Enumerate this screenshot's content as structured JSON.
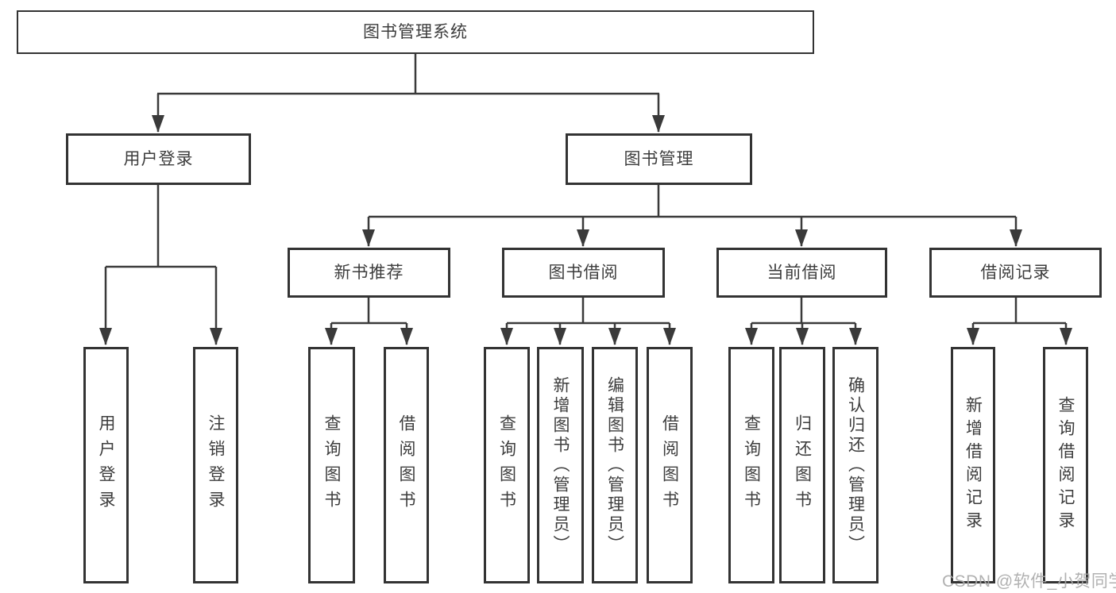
{
  "diagram": {
    "type": "tree",
    "title": "图书管理系统",
    "colors": {
      "line": "#3a3a3a",
      "border": "#333333",
      "text": "#3d3d3d",
      "background": "#ffffff",
      "watermark": "#a9a9a9"
    },
    "nodes": {
      "root": "图书管理系统",
      "user_login": "用户登录",
      "book_management": "图书管理",
      "new_book_recommendation": "新书推荐",
      "book_borrowing": "图书借阅",
      "current_borrowing": "当前借阅",
      "borrowing_records": "借阅记录",
      "leaf_user_login": "用户登录",
      "leaf_logout": "注销登录",
      "leaf_recommend_query_books": "查询图书",
      "leaf_recommend_borrow_books": "借阅图书",
      "leaf_borrowing_query_books": "查询图书",
      "leaf_add_books_admin": "新增图书（管理员）",
      "leaf_edit_books_admin": "编辑图书（管理员）",
      "leaf_borrowing_borrow_books": "借阅图书",
      "leaf_current_query_books": "查询图书",
      "leaf_return_books": "归还图书",
      "leaf_confirm_return_admin": "确认归还（管理员）",
      "leaf_add_borrowing_record": "新增借阅记录",
      "leaf_query_borrowing_record": "查询借阅记录"
    },
    "watermark": "CSDN @软件_小贺同学"
  }
}
